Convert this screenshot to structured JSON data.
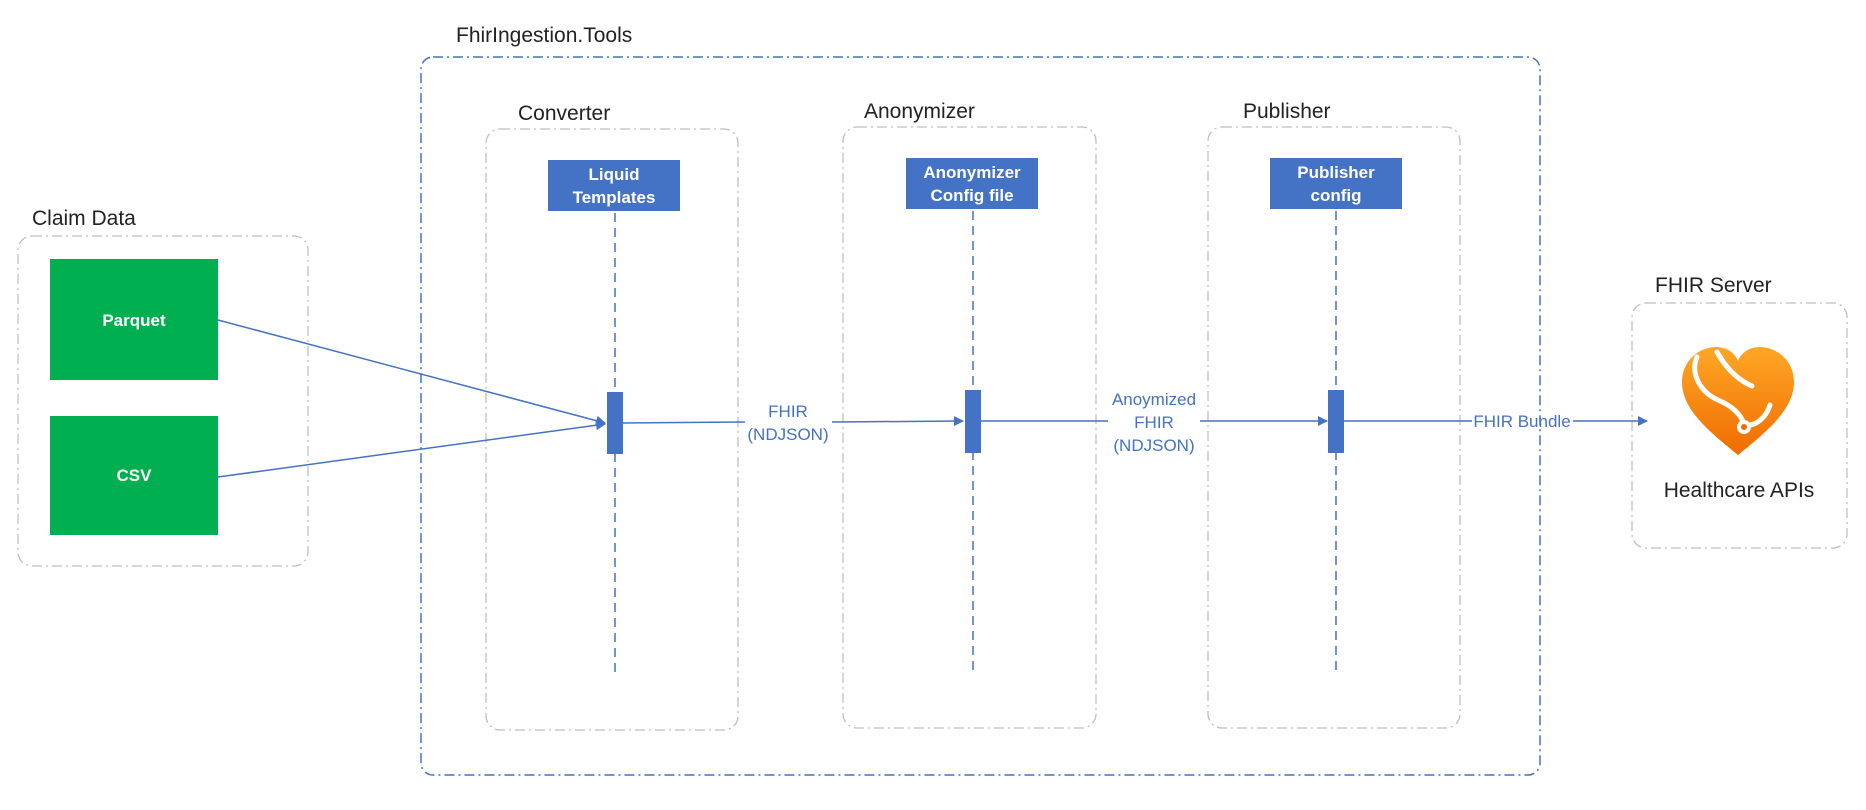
{
  "groups": {
    "tools": "FhirIngestion.Tools",
    "claim_data": "Claim Data",
    "converter": "Converter",
    "anonymizer": "Anonymizer",
    "publisher": "Publisher",
    "fhir_server": "FHIR Server"
  },
  "sources": {
    "parquet": "Parquet",
    "csv": "CSV"
  },
  "configs": {
    "converter": [
      "Liquid",
      "Templates"
    ],
    "anonymizer": [
      "Anonymizer",
      "Config file"
    ],
    "publisher": [
      "Publisher",
      "config"
    ]
  },
  "flows": {
    "converter_to_anonymizer": [
      "FHIR",
      "(NDJSON)"
    ],
    "anonymizer_to_publisher": [
      "Anoymized",
      "FHIR",
      "(NDJSON)"
    ],
    "publisher_to_server": "FHIR Bundle"
  },
  "server": {
    "label": "Healthcare APIs",
    "icon": "heart-stethoscope-icon"
  },
  "colors": {
    "source_box": "#00b050",
    "config_box": "#4472c4",
    "connector": "#4472c4",
    "group_border": "#bfbfbf",
    "tools_border": "#4472c4",
    "heart": "#f57c00"
  }
}
